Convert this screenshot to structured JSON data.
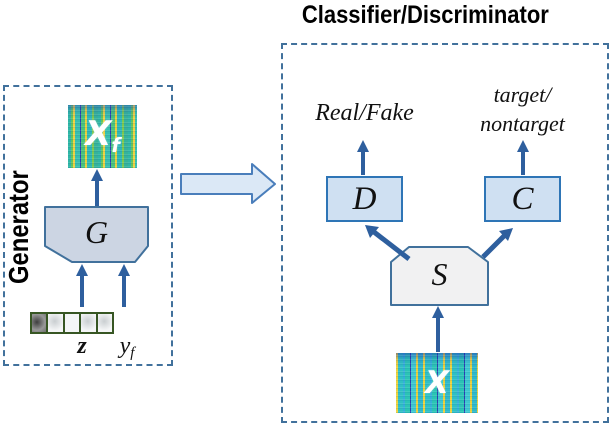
{
  "title": "Classifier/Discriminator",
  "generator": {
    "box_label": "Generator",
    "g_label": "G",
    "output": {
      "base": "X",
      "sub": "f"
    },
    "z_label": "z",
    "y": {
      "base": "y",
      "sub": "f"
    },
    "z_vector_cells": [
      "dark-noise",
      "light-noise",
      "blank",
      "light-noise",
      "light-noise"
    ]
  },
  "classifier": {
    "d_label": "D",
    "c_label": "C",
    "s_label": "S",
    "d_output": "Real/Fake",
    "c_output": [
      "target/",
      "nontarget"
    ],
    "input": {
      "base": "X"
    }
  },
  "colors": {
    "dashed_border": "#41719c",
    "arrow": "#2e5f9e",
    "dc_fill": "#cfe0f2",
    "dc_border": "#2e75b6",
    "g_fill": "#ccd5e3",
    "g_border": "#41719c",
    "s_fill": "#f1f1f2",
    "s_border": "#41719c",
    "block_arrow_fill": "#dbe8f6",
    "block_arrow_border": "#4a7ebb",
    "z_cell_border": "#375623",
    "text": "#111111"
  }
}
